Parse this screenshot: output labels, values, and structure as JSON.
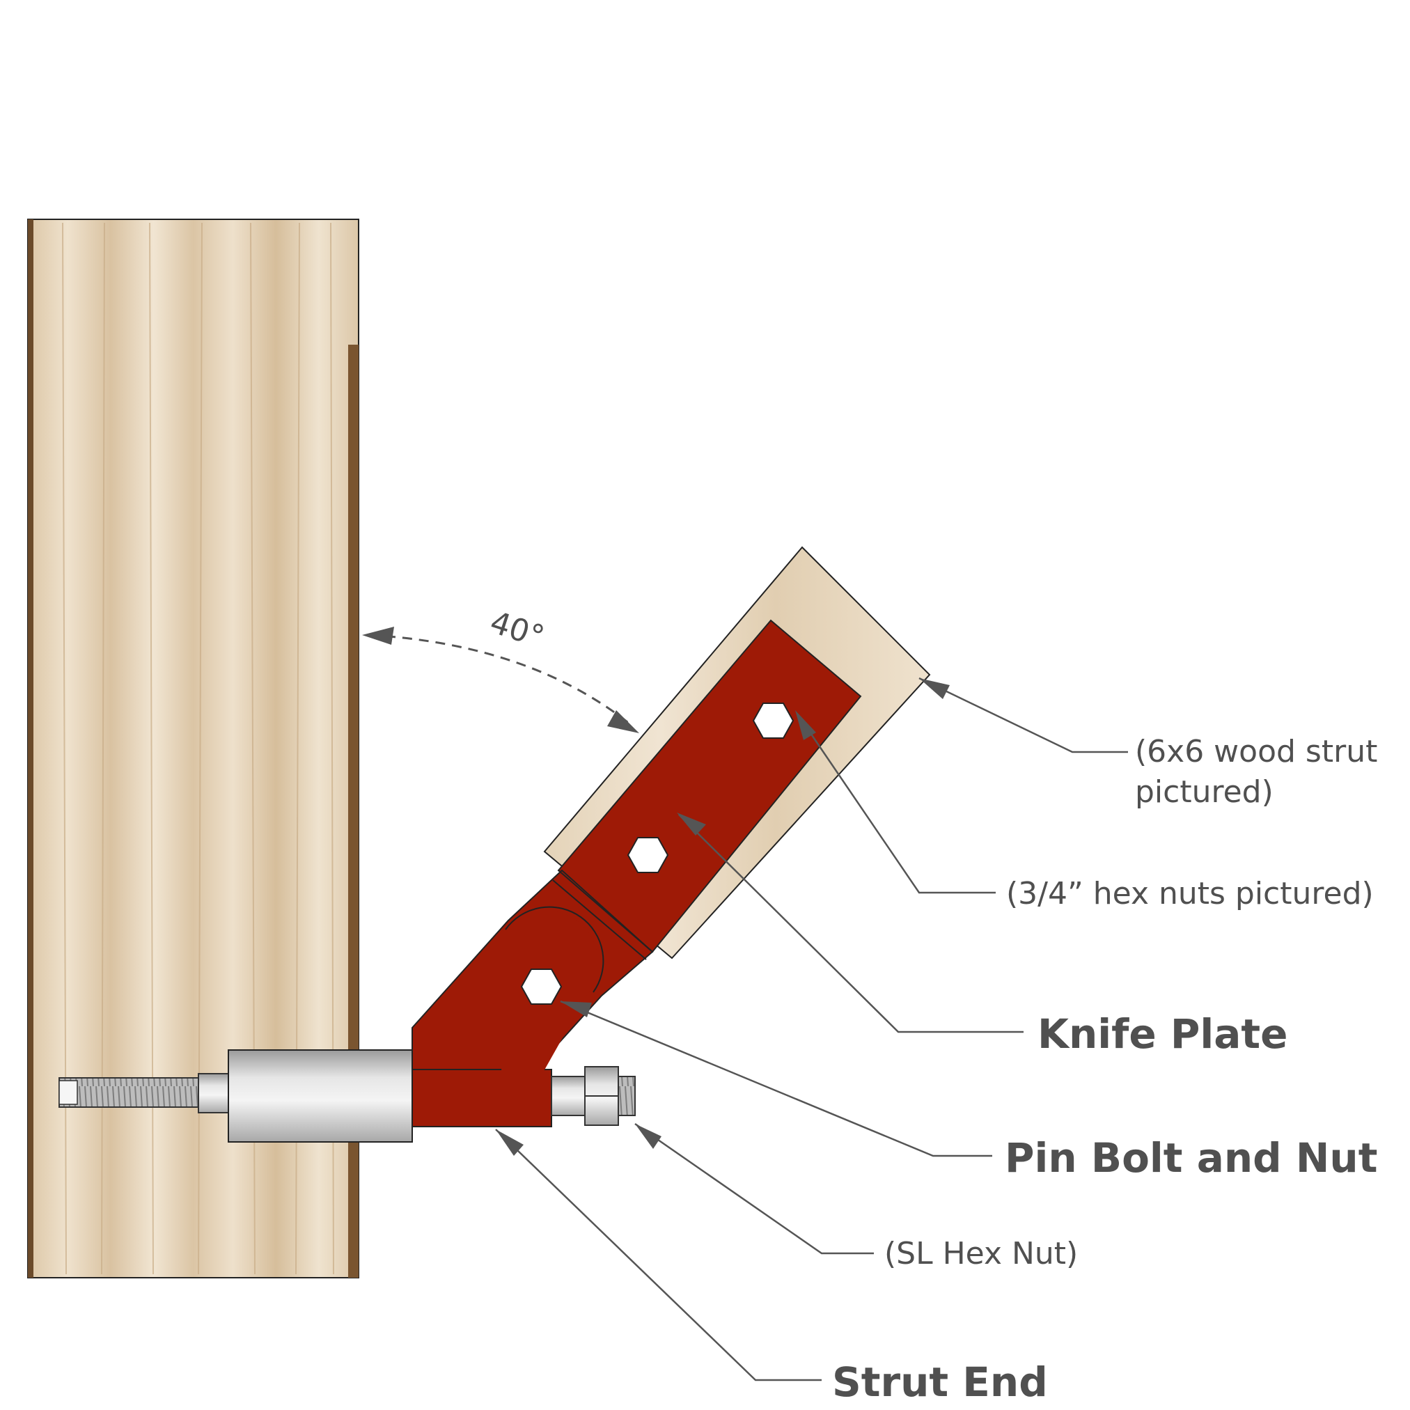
{
  "diagram": {
    "angle_label": "40°",
    "labels": {
      "wood_strut": [
        "(6x6 wood strut",
        "pictured)"
      ],
      "hex_nuts": "(3/4” hex nuts pictured)",
      "knife_plate": "Knife Plate",
      "pin_bolt": "Pin Bolt and Nut",
      "sl_hex_nut": "(SL Hex Nut)",
      "strut_end": "Strut End"
    },
    "colors": {
      "wood_light": "#e9d9c0",
      "wood_grain": "#d2b896",
      "steel_red": "#9e1a06",
      "bolt_gray": "#cfcfcf",
      "label_gray": "#505050"
    }
  }
}
